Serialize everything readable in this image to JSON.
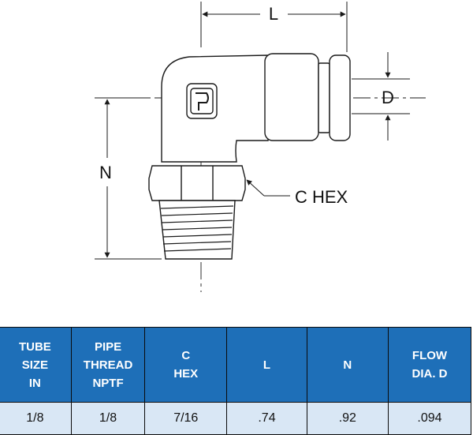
{
  "drawing": {
    "labels": {
      "l": "L",
      "d": "D",
      "n": "N",
      "c_hex": "C HEX"
    },
    "colors": {
      "line": "#1a1a1a",
      "body_fill": "#ffffff"
    }
  },
  "table": {
    "colors": {
      "header_bg": "#1e6fb8",
      "header_text": "#ffffff",
      "row_bg": "#d9e7f5",
      "border": "#0b0b0b"
    },
    "headers": [
      "TUBE\nSIZE\nIN",
      "PIPE\nTHREAD\nNPTF",
      "C\nHEX",
      "L",
      "N",
      "FLOW\nDIA. D"
    ],
    "rows": [
      [
        "1/8",
        "1/8",
        "7/16",
        ".74",
        ".92",
        ".094"
      ]
    ]
  }
}
